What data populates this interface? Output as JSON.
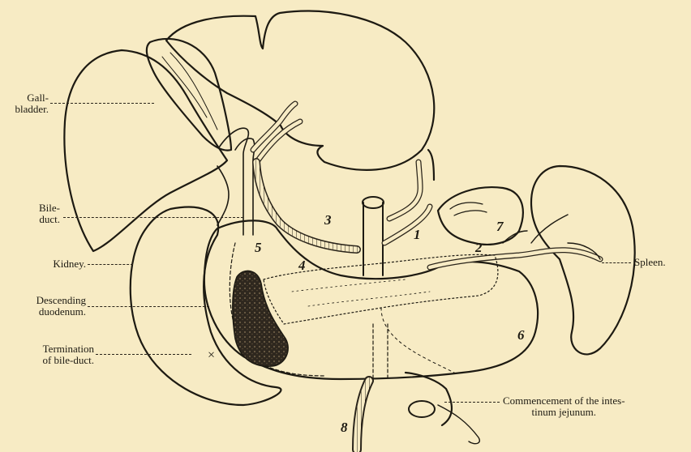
{
  "labels": {
    "gallbladder": [
      "Gall-",
      "bladder."
    ],
    "bile_duct": [
      "Bile-",
      "duct."
    ],
    "kidney": "Kidney.",
    "descending_duodenum": [
      "Descending",
      "duodenum."
    ],
    "termination_bile_duct": [
      "Termination",
      "of bile-duct."
    ],
    "spleen": "Spleen.",
    "jejunum": [
      "Commencement of the intes-",
      "tinum jejunum."
    ],
    "cross_mark": "×"
  },
  "numbers": [
    "1",
    "2",
    "3",
    "4",
    "5",
    "6",
    "7",
    "8"
  ],
  "colors": {
    "paper": "#f7ebc4",
    "ink": "#1d1a12",
    "pancreas_dark": "#3a3128"
  }
}
